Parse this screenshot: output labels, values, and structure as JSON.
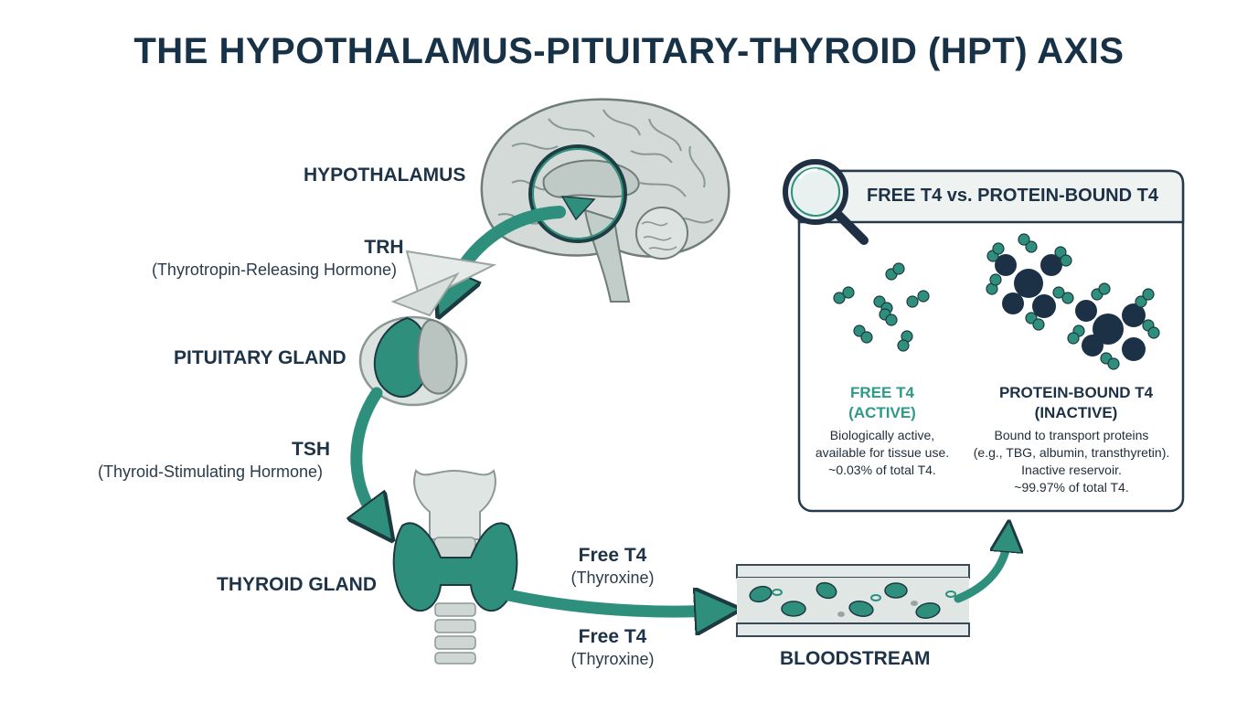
{
  "title": "THE HYPOTHALAMUS-PITUITARY-THYROID (HPT) AXIS",
  "labels": {
    "hypothalamus": "HYPOTHALAMUS",
    "pituitary": "PITUITARY GLAND",
    "thyroid": "THYROID GLAND",
    "bloodstream": "BLOODSTREAM"
  },
  "hormones": {
    "trh": {
      "abbr": "TRH",
      "full": "(Thyrotropin-Releasing Hormone)"
    },
    "tsh": {
      "abbr": "TSH",
      "full": "(Thyroid-Stimulating Hormone)"
    },
    "t4_upper": {
      "abbr": "Free T4",
      "full": "(Thyroxine)"
    },
    "t4_lower": {
      "abbr": "Free T4",
      "full": "(Thyroxine)"
    }
  },
  "panel": {
    "title": "FREE T4 vs. PROTEIN-BOUND T4",
    "free": {
      "heading_1": "FREE T4",
      "heading_2": "(ACTIVE)",
      "desc": [
        "Biologically active,",
        "available for tissue use.",
        "~0.03% of total T4."
      ]
    },
    "bound": {
      "heading_1": "PROTEIN-BOUND T4",
      "heading_2": "(INACTIVE)",
      "desc": [
        "Bound to transport proteins",
        "(e.g., TBG, albumin, transthyretin).",
        "Inactive reservoir.",
        "~99.97% of total T4."
      ]
    }
  },
  "colors": {
    "teal": "#2f8f7d",
    "navy": "#1c3146",
    "gray": "#c7cfcd",
    "outline": "#8c9895"
  }
}
